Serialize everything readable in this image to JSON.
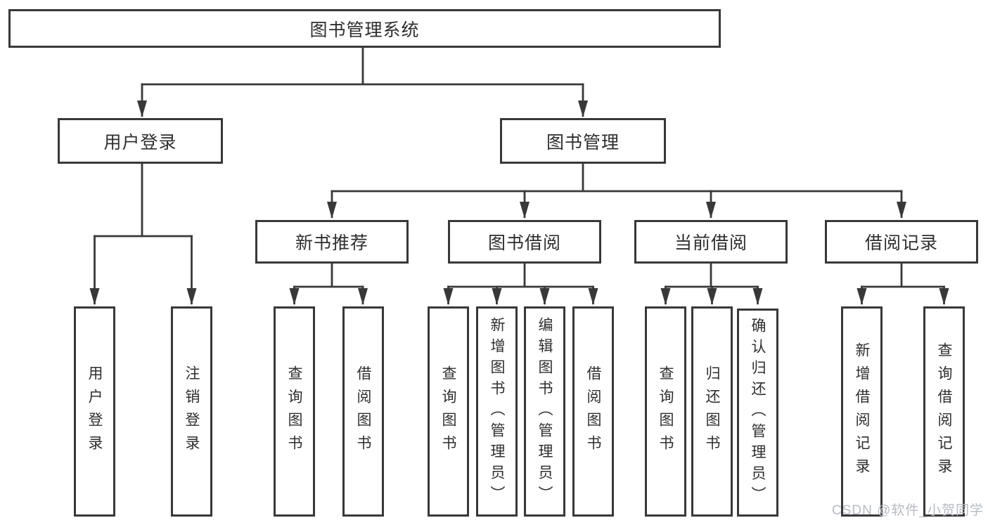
{
  "diagram": {
    "root": {
      "label": "图书管理系统"
    },
    "branches": [
      {
        "label": "用户登录",
        "children": [
          {
            "label": "用户登录"
          },
          {
            "label": "注销登录"
          }
        ]
      },
      {
        "label": "图书管理",
        "children": [
          {
            "label": "新书推荐",
            "children": [
              {
                "label": "查询图书"
              },
              {
                "label": "借阅图书"
              }
            ]
          },
          {
            "label": "图书借阅",
            "children": [
              {
                "label": "查询图书"
              },
              {
                "label": "新增图书（管理员）"
              },
              {
                "label": "编辑图书（管理员）"
              },
              {
                "label": "借阅图书"
              }
            ]
          },
          {
            "label": "当前借阅",
            "children": [
              {
                "label": "查询图书"
              },
              {
                "label": "归还图书"
              },
              {
                "label": "确认归还（管理员）"
              }
            ]
          },
          {
            "label": "借阅记录",
            "children": [
              {
                "label": "新增借阅记录"
              },
              {
                "label": "查询借阅记录"
              }
            ]
          }
        ]
      }
    ],
    "watermark": "CSDN @软件_小贺同学",
    "colors": {
      "line": "#383838",
      "text": "#2e2e2e",
      "watermark": "#b6bbc3",
      "background": "#ffffff"
    }
  }
}
